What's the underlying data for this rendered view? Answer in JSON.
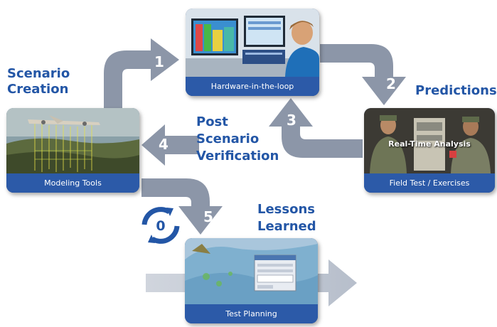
{
  "stages": {
    "scenario_creation": {
      "line1": "Scenario",
      "line2": "Creation"
    },
    "predictions": {
      "label": "Predictions"
    },
    "post_scenario": {
      "line1": "Post",
      "line2": "Scenario",
      "line3": "Verification"
    },
    "lessons_learned": {
      "line1": "Lessons",
      "line2": "Learned"
    }
  },
  "cards": {
    "hardware": {
      "caption": "Hardware-in-the-loop"
    },
    "modeling": {
      "caption": "Modeling Tools"
    },
    "field": {
      "caption": "Field Test / Exercises",
      "overlay": "Real-Time Analysis"
    },
    "test_planning": {
      "caption": "Test Planning"
    }
  },
  "steps": [
    "1",
    "2",
    "3",
    "4",
    "5"
  ],
  "cycle_icon_label": "0",
  "colors": {
    "title_blue": "#2356a6",
    "caption_blue": "#2c5aa8",
    "arrow_gray": "#8c96a8",
    "cycle_blue": "#2356a6"
  }
}
